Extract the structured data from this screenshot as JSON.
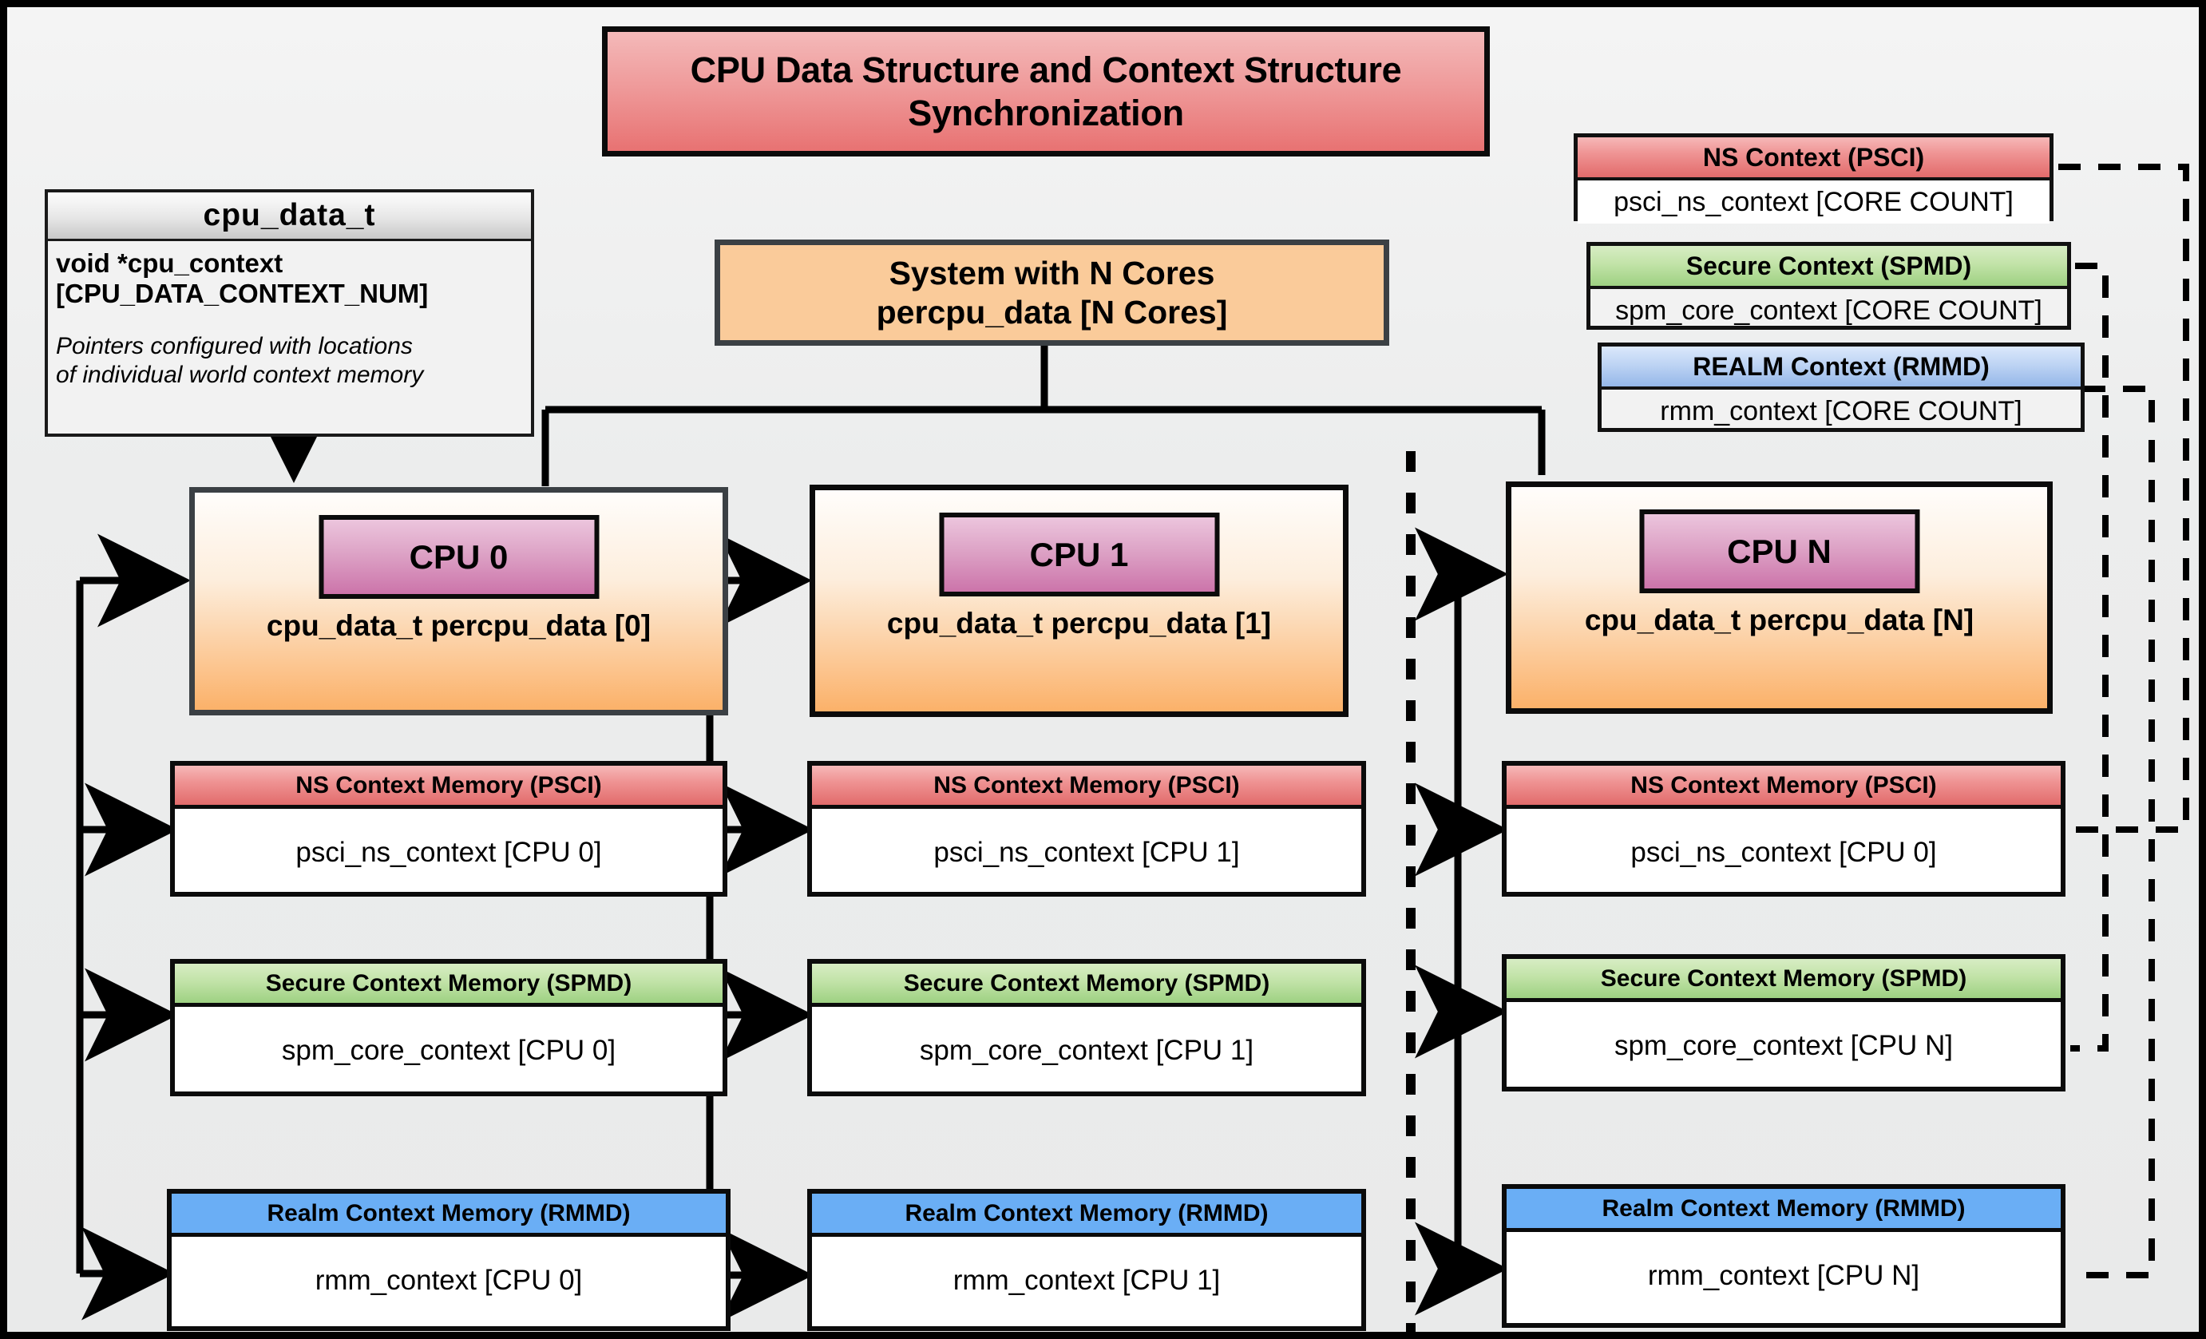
{
  "title": {
    "text": "CPU Data Structure and Context Structure Synchronization"
  },
  "struct_box": {
    "header": "cpu_data_t",
    "field": "void  *cpu_context [CPU_DATA_CONTEXT_NUM]",
    "note": "Pointers configured with locations of individual world context memory"
  },
  "system_box": {
    "line1": "System with N Cores",
    "line2": "percpu_data [N Cores]"
  },
  "global_contexts": [
    {
      "header": "NS Context  (PSCI)",
      "value": "psci_ns_context [CORE COUNT]",
      "color": "#e26b6b"
    },
    {
      "header": "Secure Context (SPMD)",
      "value": "spm_core_context [CORE COUNT]",
      "color": "#9ed182"
    },
    {
      "header": "REALM Context (RMMD)",
      "value": "rmm_context [CORE COUNT]",
      "color": "#95b7e8"
    }
  ],
  "cpus": [
    {
      "chip": "CPU 0",
      "sub": "cpu_data_t percpu_data [0]",
      "contexts": [
        {
          "header": "NS Context Memory (PSCI)",
          "value": "psci_ns_context [CPU 0]"
        },
        {
          "header": "Secure Context Memory (SPMD)",
          "value": "spm_core_context [CPU 0]"
        },
        {
          "header": "Realm Context Memory (RMMD)",
          "value": "rmm_context [CPU 0]"
        }
      ]
    },
    {
      "chip": "CPU 1",
      "sub": "cpu_data_t percpu_data [1]",
      "contexts": [
        {
          "header": "NS Context Memory (PSCI)",
          "value": "psci_ns_context [CPU 1]"
        },
        {
          "header": "Secure Context Memory (SPMD)",
          "value": "spm_core_context [CPU 1]"
        },
        {
          "header": "Realm Context Memory (RMMD)",
          "value": "rmm_context [CPU 1]"
        }
      ]
    },
    {
      "chip": "CPU N",
      "sub": "cpu_data_t percpu_data [N]",
      "contexts": [
        {
          "header": "NS Context Memory (PSCI)",
          "value": "psci_ns_context [CPU 0]"
        },
        {
          "header": "Secure Context Memory (SPMD)",
          "value": "spm_core_context [CPU N]"
        },
        {
          "header": "Realm Context Memory (RMMD)",
          "value": "rmm_context [CPU N]"
        }
      ]
    }
  ],
  "colors": {
    "ns_red": "#e26b6b",
    "secure_green": "#9ed182",
    "realm_blue": "#6aaef5",
    "cpu_orange": "#fbb169",
    "system_orange": "#facb9a",
    "chip_magenta": "#cc74aa",
    "title_red": "#e87272",
    "background": "#eceded",
    "border": "#0b0b0b"
  }
}
